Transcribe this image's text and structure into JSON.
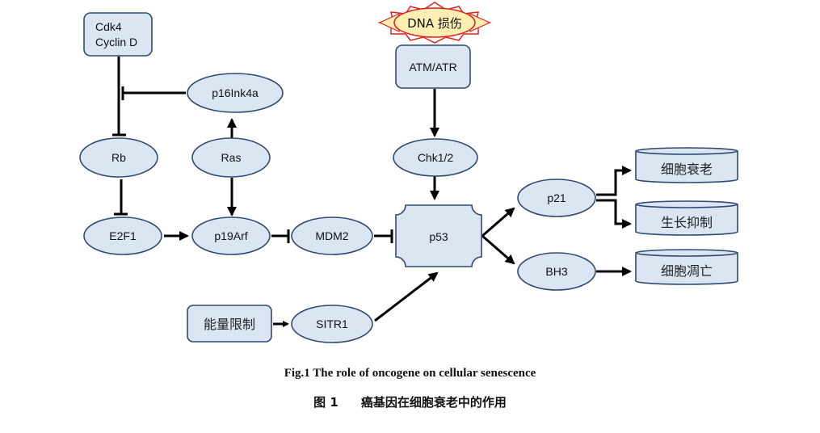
{
  "nodes": {
    "cdk4": {
      "line1": "Cdk4",
      "line2": "Cyclin D"
    },
    "p16": "p16Ink4a",
    "rb": "Rb",
    "ras": "Ras",
    "e2f1": "E2F1",
    "p19arf": "p19Arf",
    "mdm2": "MDM2",
    "p53": "p53",
    "dna_damage": "DNA 损伤",
    "atm_atr": "ATM/ATR",
    "chk": "Chk1/2",
    "p21": "p21",
    "bh3": "BH3",
    "senescence": "细胞衰老",
    "growth_arrest": "生长抑制",
    "apoptosis": "细胞凋亡",
    "calorie_restriction": "能量限制",
    "sitr1": "SITR1"
  },
  "edges": [
    {
      "from": "cdk4",
      "to": "rb",
      "type": "inhibit"
    },
    {
      "from": "p16",
      "to": "cdk4-rb",
      "type": "inhibit"
    },
    {
      "from": "ras",
      "to": "p16",
      "type": "activate"
    },
    {
      "from": "ras",
      "to": "p19arf",
      "type": "activate"
    },
    {
      "from": "rb",
      "to": "e2f1",
      "type": "inhibit"
    },
    {
      "from": "e2f1",
      "to": "p19arf",
      "type": "activate"
    },
    {
      "from": "p19arf",
      "to": "mdm2",
      "type": "inhibit"
    },
    {
      "from": "mdm2",
      "to": "p53",
      "type": "inhibit"
    },
    {
      "from": "atm_atr",
      "to": "chk",
      "type": "activate"
    },
    {
      "from": "chk",
      "to": "p53",
      "type": "activate"
    },
    {
      "from": "p53",
      "to": "p21",
      "type": "activate"
    },
    {
      "from": "p53",
      "to": "bh3",
      "type": "activate"
    },
    {
      "from": "p21",
      "to": "senescence",
      "type": "activate"
    },
    {
      "from": "p21",
      "to": "growth_arrest",
      "type": "activate"
    },
    {
      "from": "bh3",
      "to": "apoptosis",
      "type": "activate"
    },
    {
      "from": "calorie_restriction",
      "to": "sitr1",
      "type": "activate"
    },
    {
      "from": "sitr1",
      "to": "p53",
      "type": "activate"
    }
  ],
  "colors": {
    "node_fill": "#dce6f2",
    "node_stroke": "#2f4a72",
    "burst_fill": "#fdeeb3",
    "burst_stroke": "#e0201b",
    "edge": "#000000"
  },
  "caption": {
    "en": "Fig.1 The role of oncogene on cellular senescence",
    "zh_label": "图 1",
    "zh_text": "癌基因在细胞衰老中的作用"
  }
}
